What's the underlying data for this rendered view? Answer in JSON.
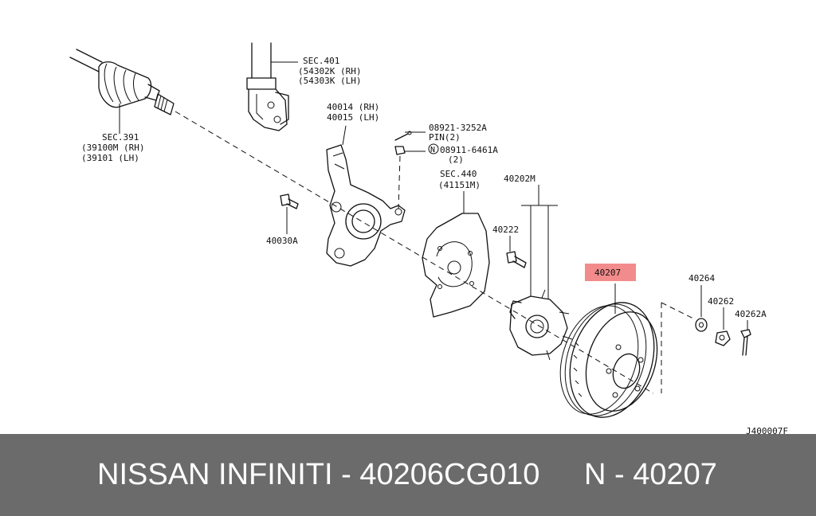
{
  "labels": {
    "sec401": "SEC.401",
    "sec401_rh": "(54302K (RH)",
    "sec401_lh": "(54303K (LH)",
    "p40014": "40014 (RH)",
    "p40015": "40015 (LH)",
    "p08921": "08921-3252A",
    "pin": "PIN(2)",
    "n_mark": "N",
    "p08911": "08911-6461A",
    "p08911_qty": "(2)",
    "sec440": "SEC.440",
    "sec440_part": "(41151M)",
    "p40202m": "40202M",
    "p40222": "40222",
    "p40207": "40207",
    "p40264": "40264",
    "p40262": "40262",
    "p40262a": "40262A",
    "sec391": "SEC.391",
    "sec391_rh": "(39100M (RH)",
    "sec391_lh": "(39101  (LH)",
    "p40030a": "40030A",
    "diagram_code": "J400007F"
  },
  "highlight_color": "#f28b8b",
  "footer": {
    "brand_part": "NISSAN INFINITI - 40206CG010",
    "ref_part": "N - 40207"
  }
}
